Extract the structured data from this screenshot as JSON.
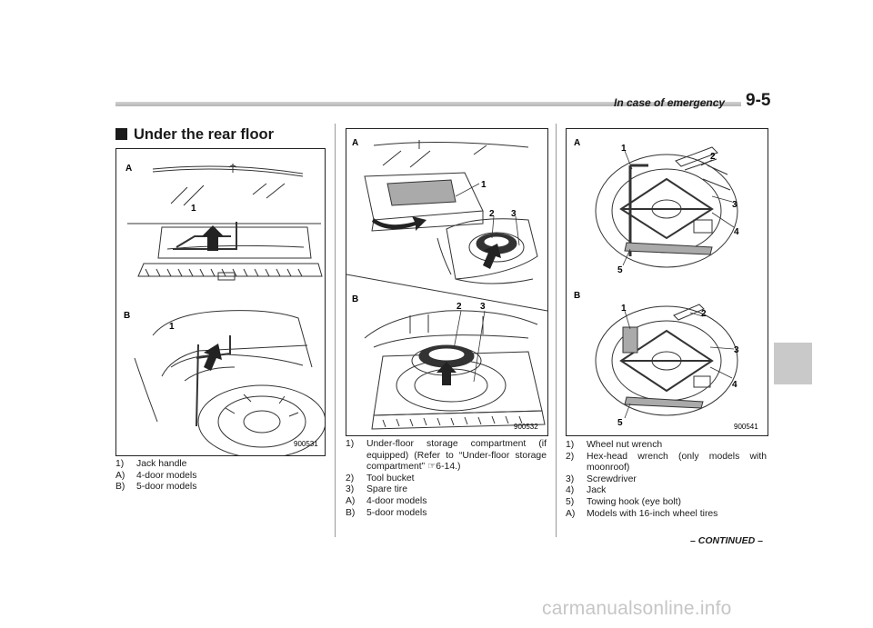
{
  "header": {
    "title": "In case of emergency",
    "page": "9-5"
  },
  "section": {
    "title": "Under the rear floor"
  },
  "figures": [
    {
      "id": "900531",
      "labels": {
        "A": "A",
        "B": "B",
        "c1a": "1",
        "c1b": "1"
      },
      "caption": [
        {
          "key": "1)",
          "text": "Jack handle"
        },
        {
          "key": "A)",
          "text": "4-door models"
        },
        {
          "key": "B)",
          "text": "5-door models"
        }
      ]
    },
    {
      "id": "900532",
      "labels": {
        "A": "A",
        "B": "B",
        "a1": "1",
        "a2": "2",
        "a3": "3",
        "b2": "2",
        "b3": "3"
      },
      "caption": [
        {
          "key": "1)",
          "text": "Under-floor storage compartment (if equipped) (Refer to “Under-floor storage compartment” ☞6-14.)"
        },
        {
          "key": "2)",
          "text": "Tool bucket"
        },
        {
          "key": "3)",
          "text": "Spare tire"
        },
        {
          "key": "A)",
          "text": "4-door models"
        },
        {
          "key": "B)",
          "text": "5-door models"
        }
      ]
    },
    {
      "id": "900541",
      "labels": {
        "A": "A",
        "B": "B",
        "a1": "1",
        "a2": "2",
        "a3": "3",
        "a4": "4",
        "a5": "5",
        "b1": "1",
        "b2": "2",
        "b3": "3",
        "b4": "4",
        "b5": "5"
      },
      "caption": [
        {
          "key": "1)",
          "text": "Wheel nut wrench"
        },
        {
          "key": "2)",
          "text": "Hex-head wrench (only models with moonroof)"
        },
        {
          "key": "3)",
          "text": "Screwdriver"
        },
        {
          "key": "4)",
          "text": "Jack"
        },
        {
          "key": "5)",
          "text": "Towing hook (eye bolt)"
        },
        {
          "key": "A)",
          "text": "Models with 16-inch wheel tires"
        }
      ]
    }
  ],
  "footer": {
    "continued": "– CONTINUED –",
    "watermark": "carmanualsonline.info"
  }
}
